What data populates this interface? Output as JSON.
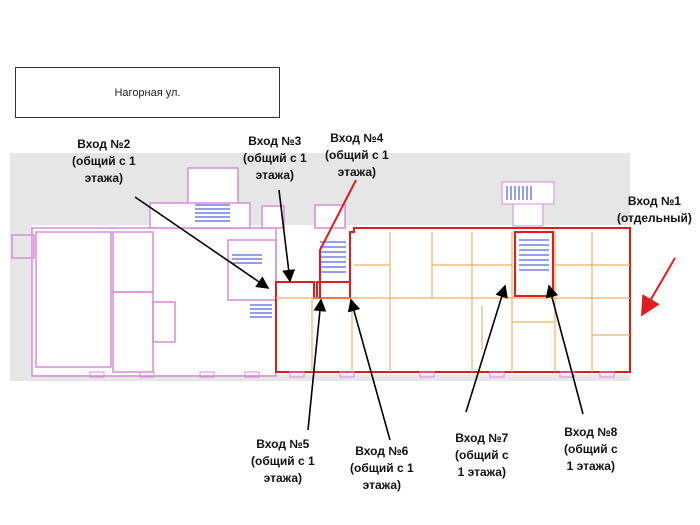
{
  "street_label": "Нагорная ул.",
  "entrances": [
    {
      "id": "1",
      "title": "Вход №1",
      "lines": [
        "(отдельный)"
      ]
    },
    {
      "id": "2",
      "title": "Вход №2",
      "lines": [
        "(общий с 1",
        "этажа)"
      ]
    },
    {
      "id": "3",
      "title": "Вход №3",
      "lines": [
        "(общий с 1",
        "этажа)"
      ]
    },
    {
      "id": "4",
      "title": "Вход №4",
      "lines": [
        "(общий с 1",
        "этажа)"
      ]
    },
    {
      "id": "5",
      "title": "Вход №5",
      "lines": [
        "(общий с 1",
        "этажа)"
      ]
    },
    {
      "id": "6",
      "title": "Вход №6",
      "lines": [
        "(общий с 1",
        "этажа)"
      ]
    },
    {
      "id": "7",
      "title": "Вход №7",
      "lines": [
        "(общий с",
        "1 этажа)"
      ]
    },
    {
      "id": "8",
      "title": "Вход №8",
      "lines": [
        "(общий с",
        "1 этажа)"
      ]
    }
  ],
  "colors": {
    "highlight": "#e41b1b",
    "wall": "#d98bd8",
    "grey_zone": "#e6e6e6",
    "stairs": "#2a3fd6",
    "orange_wall": "#f0b060",
    "pointer": "#000000"
  }
}
